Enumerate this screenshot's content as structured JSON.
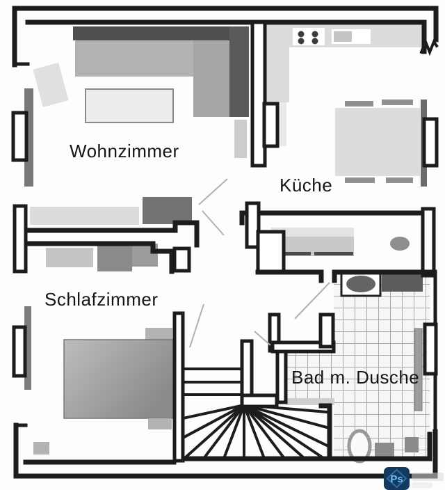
{
  "document": {
    "type": "apartment-floor-plan",
    "language": "de"
  },
  "rooms": [
    {
      "id": "wohnzimmer",
      "label": "Wohnzimmer",
      "furniture": [
        "corner-sofa",
        "coffee-table",
        "armchair-tilted",
        "radiator",
        "window",
        "shelf-unit",
        "dark-cabinet"
      ]
    },
    {
      "id": "kueche",
      "label": "Küche",
      "furniture": [
        "kitchen-counter",
        "stove-4-burners",
        "sink",
        "dining-table",
        "four-chairs",
        "radiator",
        "window"
      ]
    },
    {
      "id": "schlafzimmer",
      "label": "Schlafzimmer",
      "furniture": [
        "double-bed",
        "nightstand-top",
        "nightstand-bottom",
        "dresser-left",
        "dresser-mid",
        "dresser-right",
        "small-cabinet",
        "radiator",
        "window"
      ]
    },
    {
      "id": "bad",
      "label": "Bad m. Dusche",
      "furniture": [
        "washbasin",
        "shower-counter",
        "toilet",
        "washing-machine",
        "small-appliance",
        "radiator",
        "window",
        "tiled-floor"
      ]
    },
    {
      "id": "flur",
      "label": "",
      "furniture": [
        "sideboard",
        "bowl-oval"
      ]
    },
    {
      "id": "treppe",
      "label": "",
      "furniture": [
        "winder-staircase"
      ]
    }
  ],
  "watermark": {
    "label": "Ps",
    "badge_color": "#14395e",
    "diamond_color": "#2e6ea6",
    "text_color": "#6cc1f5"
  },
  "colors": {
    "wall": "#1c1c1c",
    "background": "#fdfdfd",
    "furniture_light": "#dcdcdc",
    "furniture_mid": "#a9a9a9",
    "furniture_dark": "#4f4f4f",
    "radiator": "#787878",
    "tile_floor": "#f6f6f6",
    "tile_grout": "#a8a8a8",
    "door_swing": "#b0b0b0"
  }
}
